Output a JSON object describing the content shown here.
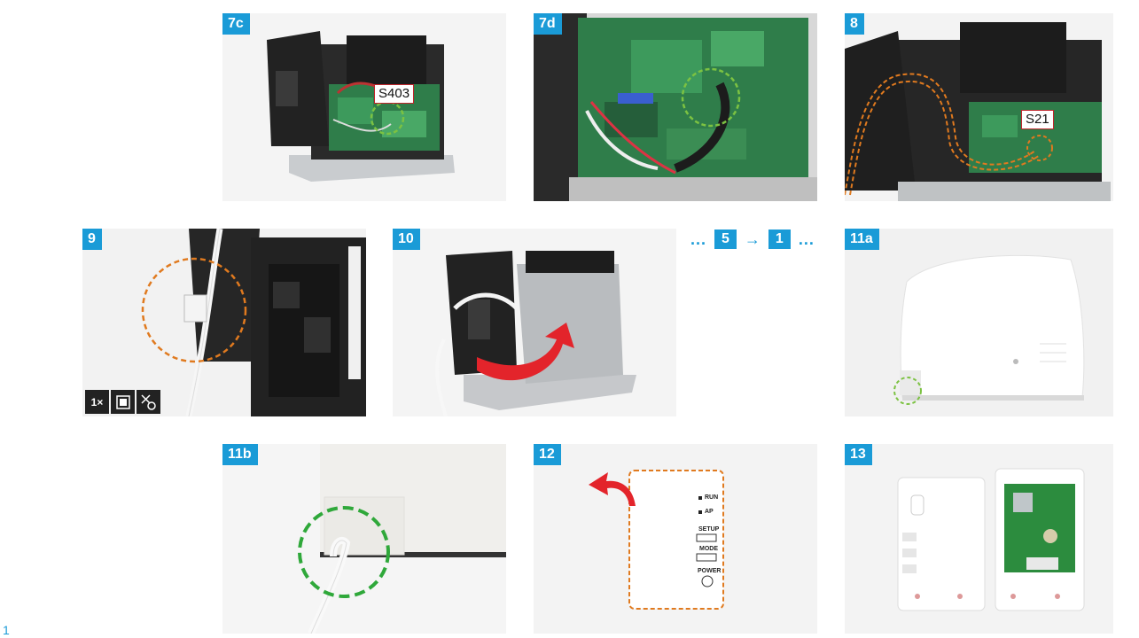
{
  "steps": {
    "s7c": {
      "label": "7c",
      "callout": "S403"
    },
    "s7d": {
      "label": "7d"
    },
    "s8": {
      "label": "8",
      "callout": "S21"
    },
    "s9": {
      "label": "9",
      "tool_count": "1×"
    },
    "s10": {
      "label": "10"
    },
    "s11a": {
      "label": "11a"
    },
    "s11b": {
      "label": "11b"
    },
    "s12": {
      "label": "12",
      "led_run": "RUN",
      "led_ap": "AP",
      "btn_setup": "SETUP",
      "btn_mode": "MODE",
      "btn_power": "POWER"
    },
    "s13": {
      "label": "13"
    }
  },
  "sequence": {
    "dots_left": "...",
    "from": "5",
    "arrow": "→",
    "to": "1",
    "dots_right": "..."
  },
  "page_number": "1",
  "colors": {
    "badge": "#1a9bd7",
    "highlight_green": "#7cc242",
    "highlight_orange": "#e07a1f",
    "arrow_red": "#e3242b"
  }
}
